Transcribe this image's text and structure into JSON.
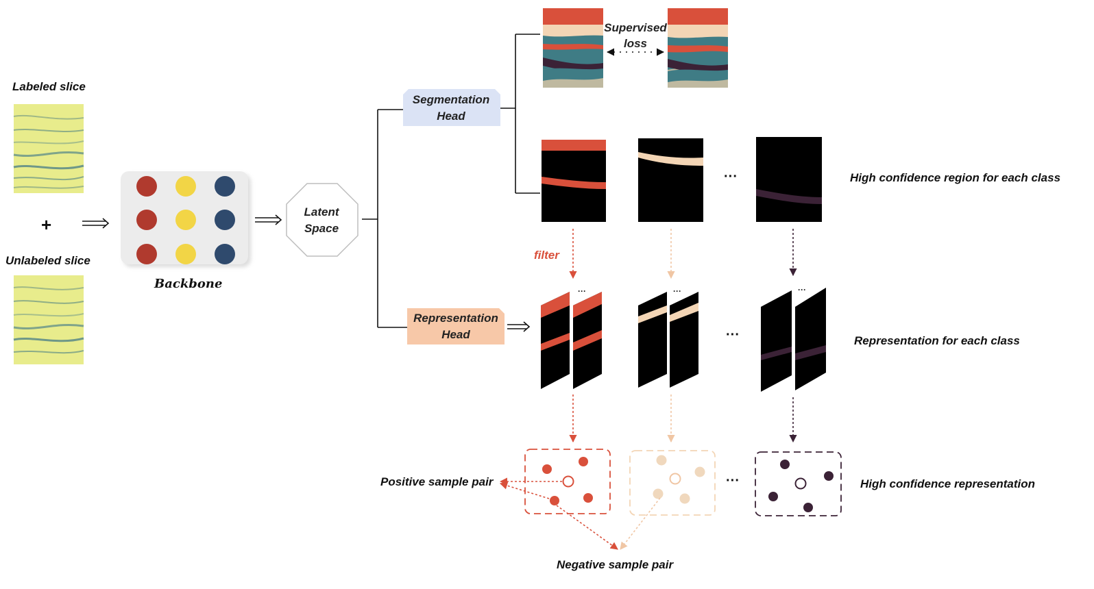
{
  "labels": {
    "labeled_slice": "Labeled slice",
    "unlabeled_slice": "Unlabeled slice",
    "plus": "+",
    "backbone": "Backbone",
    "latent_space_line1": "Latent",
    "latent_space_line2": "Space",
    "seg_head_line1": "Segmentation",
    "seg_head_line2": "Head",
    "rep_head_line1": "Representation",
    "rep_head_line2": "Head",
    "supervised_line1": "Supervised",
    "supervised_line2": "loss",
    "high_conf_region": "High confidence region  for each class",
    "representation_each_class": "Representation for each class",
    "high_conf_representation": "High confidence representation",
    "filter": "filter",
    "positive_pair": "Positive sample pair",
    "negative_pair": "Negative sample pair",
    "ellipsis": "···",
    "small_ellipsis": "···"
  },
  "colors": {
    "class_red": "#d9503b",
    "class_cream": "#f3d5b5",
    "class_purple": "#3b2236",
    "backbone_red": "#b03a2e",
    "backbone_yellow": "#f2d546",
    "backbone_blue": "#2f4a6d",
    "seg_head_bg": "#dbe3f5",
    "rep_head_bg": "#f7c8a8",
    "seismic_bg": "#e8ec8c",
    "teal": "#3f7c85",
    "tan": "#bfb9a0"
  },
  "icons": [
    "arrow-icon",
    "octagon-icon",
    "dot-icon"
  ]
}
